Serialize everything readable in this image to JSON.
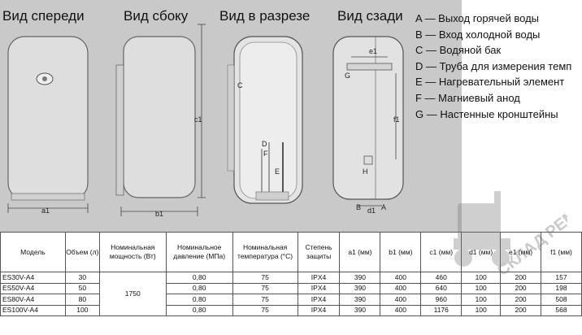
{
  "views": {
    "front": "Вид спереди",
    "side": "Вид сбоку",
    "section": "Вид в разрезе",
    "back": "Вид сзади"
  },
  "legend": [
    "A — Выход горячей воды",
    "B — Вход холодной воды",
    "C — Водяной бак",
    "D — Труба для измерения темп",
    "E — Нагревательный элемент",
    "F — Магниевый анод",
    "G — Настенные кронштейны"
  ],
  "dims": {
    "a1": "a1",
    "b1": "b1",
    "c1": "c1",
    "d1": "d1",
    "e1": "e1",
    "f1": "f1",
    "A": "A",
    "B": "B",
    "C": "C",
    "D": "D",
    "E": "E",
    "F": "F",
    "G": "G",
    "H": "H"
  },
  "table": {
    "headers": [
      "Модель",
      "Объем (л)",
      "Номинальная мощность (Вт)",
      "Номинальное давление (МПа)",
      "Номинальная температура (°C)",
      "Степень защиты",
      "a1 (мм)",
      "b1 (мм)",
      "c1 (мм)",
      "d1 (мм)",
      "e1 (мм)",
      "f1 (мм)"
    ],
    "power": "1750",
    "rows": [
      {
        "model": "ES30V-A4",
        "volume": "30",
        "pressure": "0,80",
        "temp": "75",
        "ip": "IPX4",
        "a1": "390",
        "b1": "400",
        "c1": "460",
        "d1": "100",
        "e1": "200",
        "f1": "157"
      },
      {
        "model": "ES50V-A4",
        "volume": "50",
        "pressure": "0,80",
        "temp": "75",
        "ip": "IPX4",
        "a1": "390",
        "b1": "400",
        "c1": "640",
        "d1": "100",
        "e1": "200",
        "f1": "198"
      },
      {
        "model": "ES80V-A4",
        "volume": "80",
        "pressure": "0,80",
        "temp": "75",
        "ip": "IPX4",
        "a1": "390",
        "b1": "400",
        "c1": "960",
        "d1": "100",
        "e1": "200",
        "f1": "508"
      },
      {
        "model": "ES100V-A4",
        "volume": "100",
        "pressure": "0,80",
        "temp": "75",
        "ip": "IPX4",
        "a1": "390",
        "b1": "400",
        "c1": "1176",
        "d1": "100",
        "e1": "200",
        "f1": "568"
      }
    ]
  },
  "watermark": "СКЛАД РЕМОНТА"
}
